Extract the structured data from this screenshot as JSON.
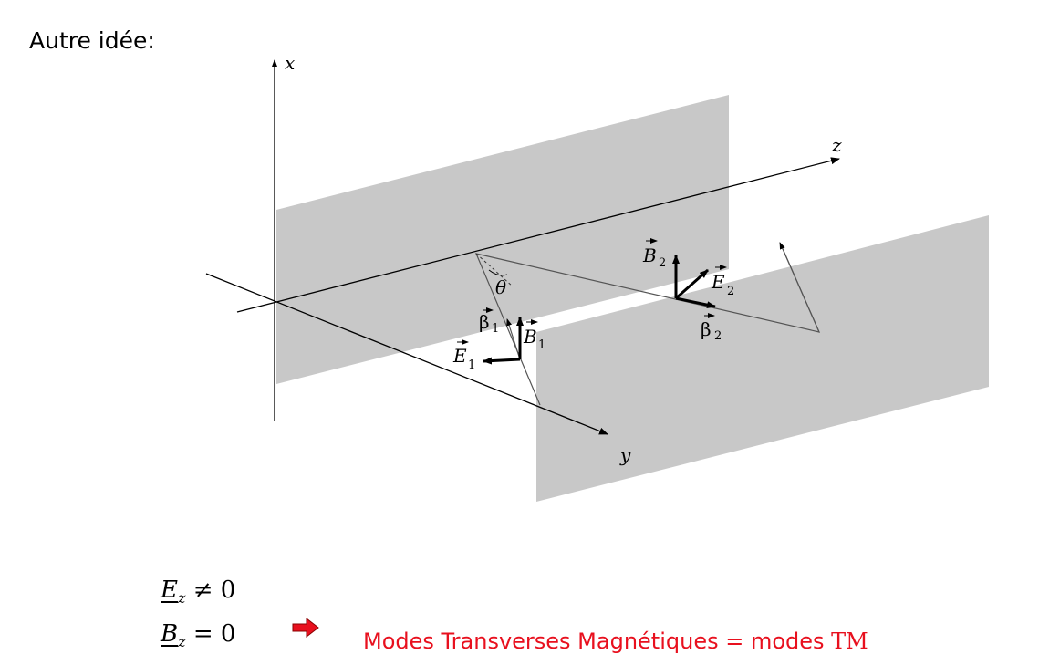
{
  "heading": "Autre idée:",
  "axes": {
    "x": "x",
    "y": "y",
    "z": "z"
  },
  "angle_label": "θ",
  "vectors": {
    "beta1": {
      "symbol": "β",
      "sub": "1"
    },
    "B1": {
      "symbol": "B",
      "sub": "1"
    },
    "E1": {
      "symbol": "E",
      "sub": "1"
    },
    "B2": {
      "symbol": "B",
      "sub": "2"
    },
    "E2": {
      "symbol": "E",
      "sub": "2"
    },
    "beta2": {
      "symbol": "β",
      "sub": "2"
    }
  },
  "formulas": {
    "ez": {
      "var": "E",
      "sub": "z",
      "rel": "≠ 0"
    },
    "bz": {
      "var": "B",
      "sub": "z",
      "rel": "= 0"
    }
  },
  "conclusion": {
    "text": "Modes Transverses Magnétiques = modes ",
    "tm": "TM"
  },
  "colors": {
    "plate": "#c9c9c9",
    "conclusion": "#e8101e",
    "arrow": "#e8101e"
  }
}
